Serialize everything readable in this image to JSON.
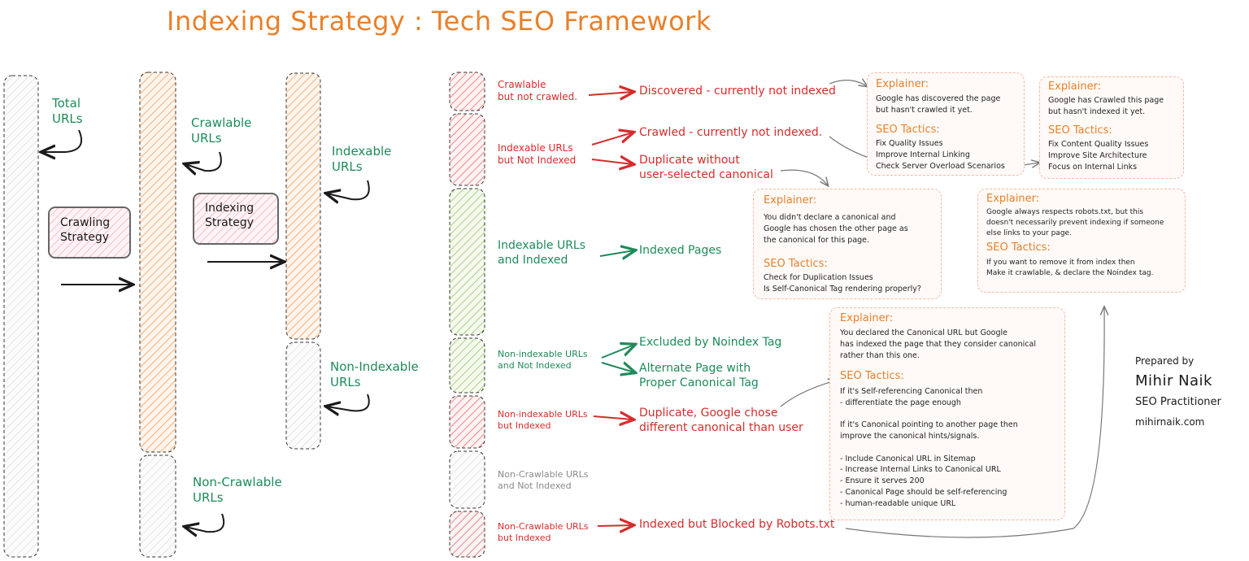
{
  "title": "Indexing Strategy : Tech SEO Framework",
  "left": {
    "total_urls": "Total\nURLs",
    "crawlable_urls": "Crawlable\nURLs",
    "indexable_urls": "Indexable\nURLs",
    "non_indexable_urls": "Non-Indexable\nURLs",
    "non_crawlable_urls": "Non-Crawlable\nURLs",
    "crawling_strategy": "Crawling\nStrategy",
    "indexing_strategy": "Indexing\nStrategy"
  },
  "middle": {
    "crawlable_not_crawled": "Crawlable\nbut not crawled.",
    "indexable_not_indexed": "Indexable URLs\nbut Not Indexed",
    "indexable_indexed": "Indexable URLs\nand Indexed",
    "nonindexable_not_indexed": "Non-indexable URLs\nand Not Indexed",
    "nonindexable_indexed": "Non-indexable URLs\nbut Indexed",
    "noncrawlable_not_indexed": "Non-Crawlable URLs\nand Not Indexed",
    "noncrawlable_indexed": "Non-Crawlable URLs\nbut Indexed"
  },
  "statuses": {
    "discovered": "Discovered - currently not indexed",
    "crawled": "Crawled - currently not indexed.",
    "duplicate_no_canonical": "Duplicate without\nuser-selected canonical",
    "indexed_pages": "Indexed Pages",
    "excluded_noindex": "Excluded by Noindex Tag",
    "alternate_page": "Alternate Page with\nProper Canonical Tag",
    "duplicate_google_chose": "Duplicate, Google chose\ndifferent canonical than user",
    "blocked_robots": "Indexed but Blocked by Robots.txt"
  },
  "boxes": {
    "discovered": {
      "explainer_label": "Explainer:",
      "explainer": "Google has discovered the page\nbut hasn't crawled it yet.",
      "tactics_label": "SEO Tactics:",
      "tactics": "Fix Quality Issues\nImprove Internal Linking\nCheck Server Overload Scenarios"
    },
    "crawled": {
      "explainer_label": "Explainer:",
      "explainer": "Google has Crawled this page\nbut hasn't indexed it yet.",
      "tactics_label": "SEO Tactics:",
      "tactics": "Fix Content Quality Issues\nImprove Site Architecture\nFocus on Internal Links"
    },
    "duplicate": {
      "explainer_label": "Explainer:",
      "explainer": "You didn't declare a canonical and\nGoogle has chosen the other page as\nthe canonical for this page.",
      "tactics_label": "SEO Tactics:",
      "tactics": "Check for Duplication Issues\nIs Self-Canonical Tag rendering properly?"
    },
    "robots": {
      "explainer_label": "Explainer:",
      "explainer": "Google always respects robots.txt, but this\ndoesn't necessarily prevent indexing if someone\nelse links to your page.",
      "tactics_label": "SEO Tactics:",
      "tactics": "If you want to remove it from index then\nMake it crawlable, & declare the Noindex tag."
    },
    "canonical": {
      "explainer_label": "Explainer:",
      "explainer": "You declared the Canonical URL but Google\nhas indexed the page that they consider canonical\nrather than this one.",
      "tactics_label": "SEO Tactics:",
      "tactics": "If it's Self-referencing Canonical then\n      - differentiate the page enough\n\nIf it's Canonical pointing to another page then\nimprove the canonical hints/signals.\n\n- Include Canonical URL in Sitemap\n- Increase Internal Links to Canonical URL\n- Ensure it serves 200\n- Canonical Page should be self-referencing\n- human-readable unique URL"
    }
  },
  "credit": {
    "prepared_by": "Prepared by",
    "name": "Mihir Naik",
    "role": "SEO Practitioner",
    "site": "mihirnaik.com"
  },
  "colors": {
    "title": "#e8802a",
    "green": "#1e8a5a",
    "red": "#d62c2c",
    "orange": "#e8802a",
    "gray": "#8a8a8a",
    "bar_orange": "#f0a060",
    "bar_red": "#e05050",
    "bar_green": "#7cb342",
    "bar_gray": "#c8c8c8"
  }
}
